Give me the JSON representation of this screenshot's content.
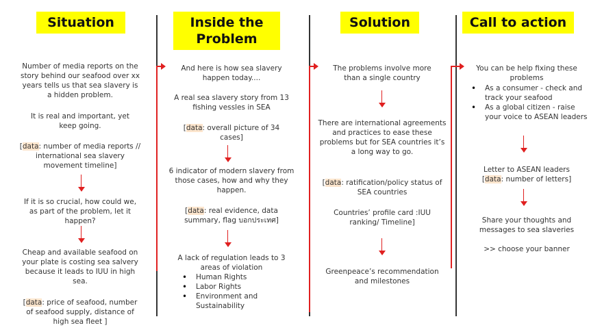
{
  "columns": [
    {
      "title": "Situation",
      "blocks": [
        "Number of media reports on the story behind our seafood over xx years tells us that sea slavery is a hidden problem.",
        "It is real and important, yet keep going.",
        {
          "data_label": "data",
          "text": ": number of media reports // international sea slavery movement timeline]"
        },
        "If it is so crucial, how could we, as part of the problem, let it happen?",
        "Cheap and available seafood on your plate is costing sea salvery because it leads to IUU in high sea.",
        {
          "data_label": "data",
          "text": ": price of seafood, number of seafood supply, distance of high sea fleet ]"
        }
      ]
    },
    {
      "title": "Inside the Problem",
      "blocks": [
        "And here is how sea slavery happen today....",
        "A real sea slavery story from 13 fishing vessles in SEA",
        {
          "data_label": "data",
          "text": ": overall picture of 34 cases]"
        },
        "6 indicator of modern slavery from those cases, how and why they happen.",
        {
          "data_label": "data",
          "text": ": real evidence, data summary, flag บอกประเทศ]"
        },
        "A lack of regulation leads to 3 areas of violation",
        [
          "Human Rights",
          "Labor Rights",
          "Environment and Sustainability"
        ]
      ]
    },
    {
      "title": "Solution",
      "blocks": [
        "The problems involve more than a single country",
        "There are international agreements and practices to ease these problems but for SEA countries it’s a long way to go.",
        {
          "data_label": "data",
          "text": ": ratification/policy status of SEA countries"
        },
        "Countries’ profile card :IUU ranking/ Timeline]",
        "Greenpeace’s recommendation and milestones"
      ]
    },
    {
      "title": "Call to action",
      "blocks": [
        "You can be help fixing these problems",
        [
          "As a consumer - check and track your seafood",
          "As a global citizen - raise your voice to ASEAN leaders"
        ],
        "Letter to ASEAN leaders",
        {
          "data_label": "data",
          "text": ": number of letters]"
        },
        "Share your thoughts and messages to sea slaveries",
        ">> choose your banner"
      ]
    }
  ],
  "colors": {
    "header_bg": "#ffff00",
    "arrow": "#e02020",
    "highlight": "#fce5cd",
    "separator": "#333333"
  }
}
